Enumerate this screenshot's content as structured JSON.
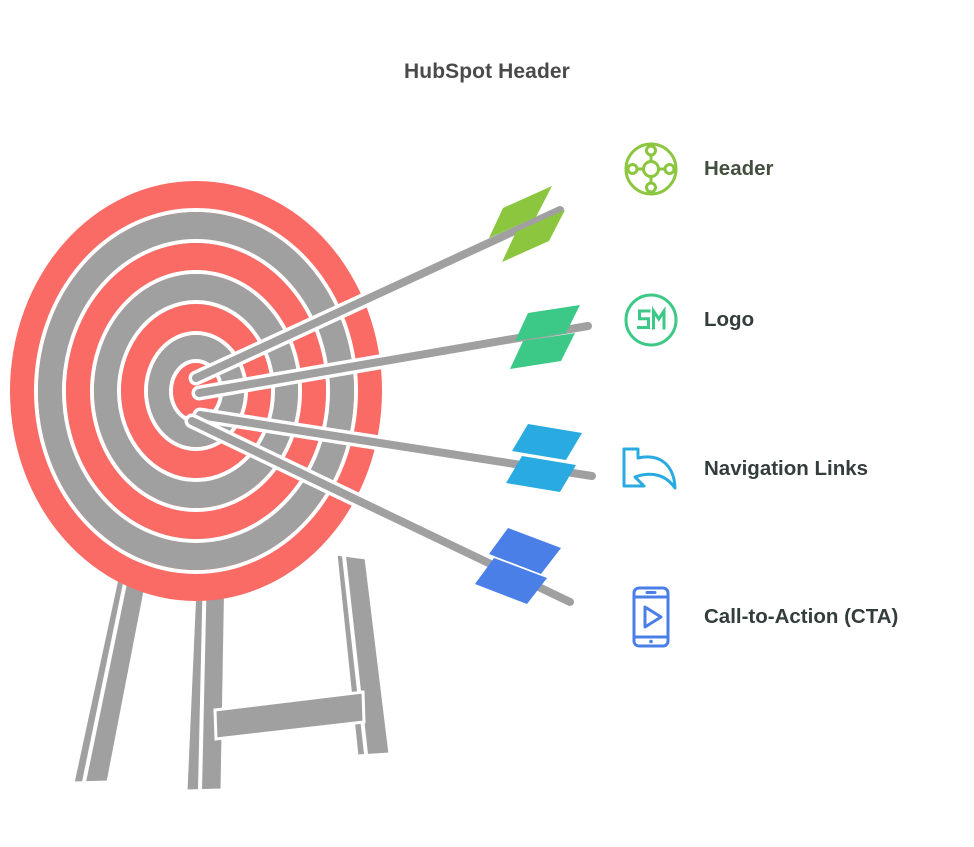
{
  "header": {
    "title": "HubSpot Header"
  },
  "colors": {
    "title_text": "#4a4a4a",
    "label_text": "#333e3c",
    "target_red": "#fb6b66",
    "target_gray": "#a0a0a0",
    "stand_gray": "#a0a0a0",
    "arrow_shaft": "#a0a0a0",
    "background": "#ffffff",
    "accent_green": "#8cc63f",
    "accent_emerald": "#3cc987",
    "accent_cyan": "#29abe2",
    "accent_blue": "#4a7fe8"
  },
  "illustration": {
    "name": "archery-target-with-arrows",
    "target": {
      "rings": [
        "red",
        "gray",
        "red",
        "gray",
        "red",
        "gray",
        "red"
      ],
      "bullseye_color": "#fb6b66",
      "stand": "tripod"
    },
    "arrows": [
      {
        "index": 1,
        "fletching_color": "#8cc63f",
        "points_to": "Header"
      },
      {
        "index": 2,
        "fletching_color": "#3cc987",
        "points_to": "Logo"
      },
      {
        "index": 3,
        "fletching_color": "#29abe2",
        "points_to": "Navigation Links"
      },
      {
        "index": 4,
        "fletching_color": "#4a7fe8",
        "points_to": "Call-to-Action (CTA)"
      }
    ]
  },
  "legend": {
    "items": [
      {
        "label": "Header",
        "icon": "hub-network-icon",
        "color": "#8cc63f"
      },
      {
        "label": "Logo",
        "icon": "sm-monogram-circle-icon",
        "monogram": "SM",
        "color": "#3cc987"
      },
      {
        "label": "Navigation Links",
        "icon": "curved-arrow-left-icon",
        "color": "#29abe2"
      },
      {
        "label": "Call-to-Action (CTA)",
        "icon": "mobile-play-button-icon",
        "color": "#4a7fe8"
      }
    ]
  }
}
